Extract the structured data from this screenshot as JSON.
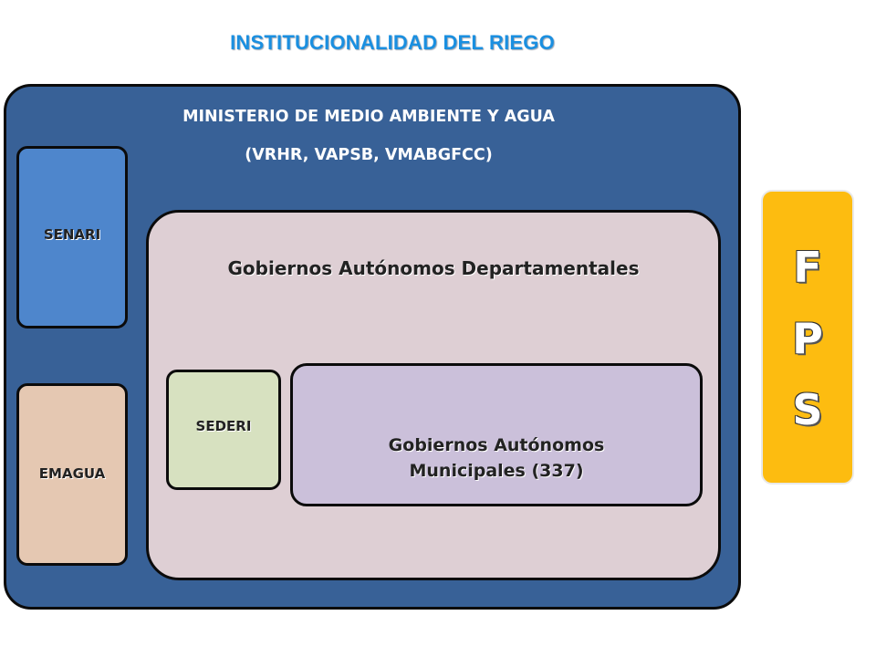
{
  "title": "INSTITUCIONALIDAD DEL RIEGO",
  "ministry": {
    "line1": "MINISTERIO DE MEDIO AMBIENTE Y AGUA",
    "line2": "(VRHR, VAPSB, VMABGFCC)",
    "color": "#386197"
  },
  "units": {
    "senari": "SENARI",
    "emagua": "EMAGUA",
    "sederi": "SEDERI"
  },
  "departmental": {
    "label": "Gobiernos Autónomos Departamentales"
  },
  "municipal": {
    "line1": "Gobiernos Autónomos",
    "line2": "Municipales (337)"
  },
  "fps": {
    "letters": [
      "F",
      "P",
      "S"
    ],
    "color": "#fdbc10"
  }
}
